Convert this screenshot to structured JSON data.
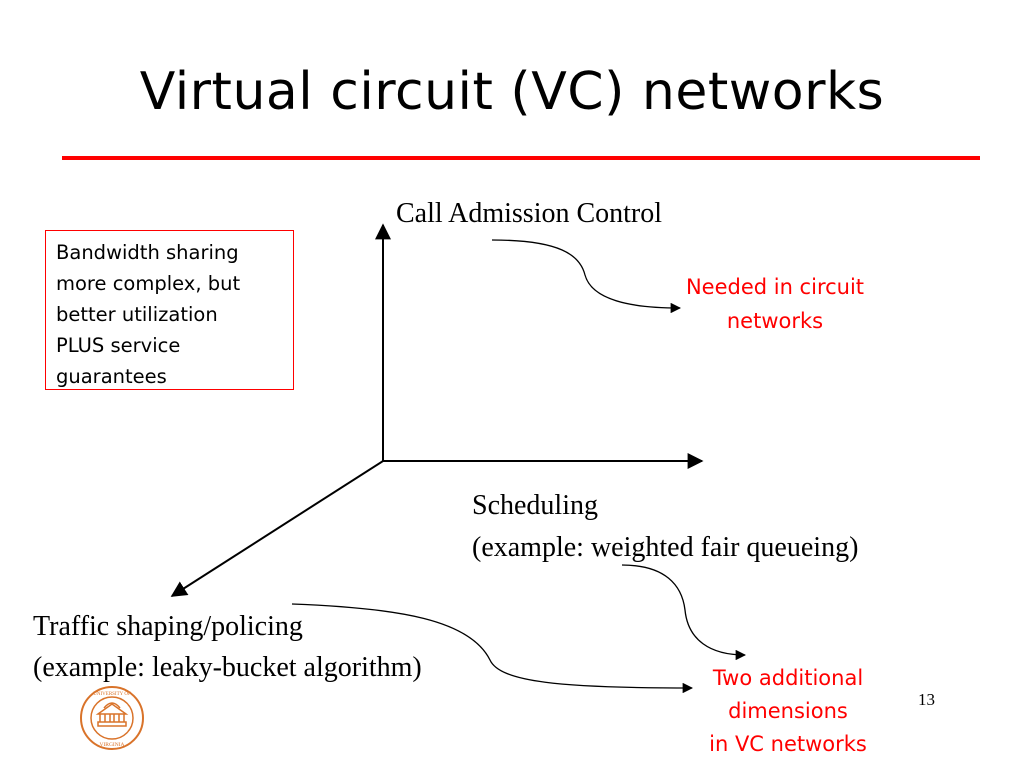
{
  "slide": {
    "title": "Virtual circuit (VC) networks",
    "page_number": "13"
  },
  "note_box": {
    "lines": [
      "Bandwidth sharing",
      "more complex, but",
      "better utilization",
      "PLUS service",
      "guarantees"
    ]
  },
  "axes": {
    "vertical": {
      "label": "Call Admission Control"
    },
    "horizontal": {
      "label_line1": "Scheduling",
      "label_line2": "(example: weighted fair queueing)"
    },
    "diagonal": {
      "label_line1": "Traffic shaping/policing",
      "label_line2": "(example: leaky-bucket algorithm)"
    }
  },
  "callouts": {
    "circuit": {
      "line1": "Needed in circuit",
      "line2": "networks"
    },
    "vc": {
      "line1": "Two additional",
      "line2": "dimensions",
      "line3": "in VC networks"
    }
  },
  "logo": {
    "text_top": "UNIVERSITY OF",
    "text_bottom": "VIRGINIA"
  },
  "colors": {
    "accent": "#ff0000",
    "text": "#000000",
    "logo": "#d9732a"
  }
}
